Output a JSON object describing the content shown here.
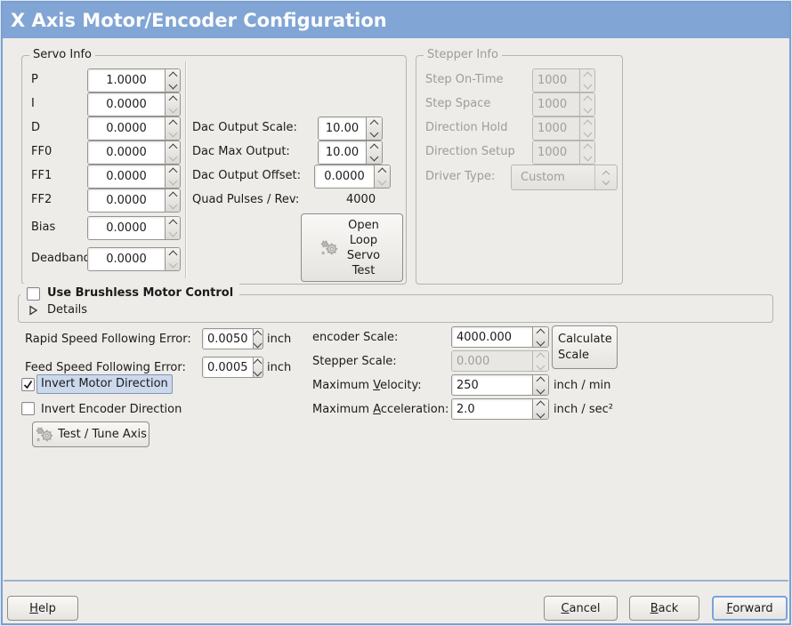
{
  "title": "X Axis Motor/Encoder Configuration",
  "servo_info": {
    "title": "Servo Info",
    "params": [
      {
        "label": "P",
        "value": "1.0000"
      },
      {
        "label": "I",
        "value": "0.0000"
      },
      {
        "label": "D",
        "value": "0.0000"
      },
      {
        "label": "FF0",
        "value": "0.0000"
      },
      {
        "label": "FF1",
        "value": "0.0000"
      },
      {
        "label": "FF2",
        "value": "0.0000"
      },
      {
        "label": "Bias",
        "value": "0.0000"
      },
      {
        "label": "Deadband",
        "value": "0.0000"
      }
    ],
    "dac_rows": [
      {
        "label": "Dac Output Scale:",
        "value": "10.00"
      },
      {
        "label": "Dac Max Output:",
        "value": "10.00"
      },
      {
        "label": "Dac Output Offset:",
        "value": "0.0000"
      }
    ],
    "quad_label": "Quad Pulses / Rev:",
    "quad_value": "4000",
    "open_loop_label": "Open Loop Servo Test"
  },
  "stepper_info": {
    "title": "Stepper Info",
    "params": [
      {
        "label": "Step On-Time",
        "value": "1000"
      },
      {
        "label": "Step Space",
        "value": "1000"
      },
      {
        "label": "Direction Hold",
        "value": "1000"
      },
      {
        "label": "Direction Setup",
        "value": "1000"
      }
    ],
    "driver_label": "Driver Type:",
    "driver_value": "Custom"
  },
  "brushless": {
    "label": "Use Brushless Motor Control",
    "details": "Details"
  },
  "errors": {
    "rapid_label": "Rapid Speed Following Error:",
    "rapid_value": "0.0050",
    "rapid_unit": "inch",
    "feed_label": "Feed Speed Following Error:",
    "feed_value": "0.0005",
    "feed_unit": "inch"
  },
  "scales": {
    "encoder_label": "encoder Scale:",
    "encoder_value": "4000.000",
    "calc_button": "Calculate Scale",
    "stepper_label": "Stepper Scale:",
    "stepper_value": "0.000",
    "velocity_label": "Maximum Velocity:",
    "velocity_value": "250",
    "velocity_unit": "inch / min",
    "accel_label": "Maximum Acceleration:",
    "accel_value": "2.0",
    "accel_unit": "inch / sec²"
  },
  "direction": {
    "invert_motor": "Invert Motor Direction",
    "invert_encoder": "Invert Encoder Direction",
    "test_tune": "Test / Tune Axis"
  },
  "footer": {
    "help": "Help",
    "cancel": "Cancel",
    "back": "Back",
    "forward": "Forward"
  },
  "colors": {
    "titlebar": "#81a5d5",
    "window_bg": "#eeece9",
    "focus_highlight": "#ccd8ec",
    "separator": "#9db2cd"
  }
}
